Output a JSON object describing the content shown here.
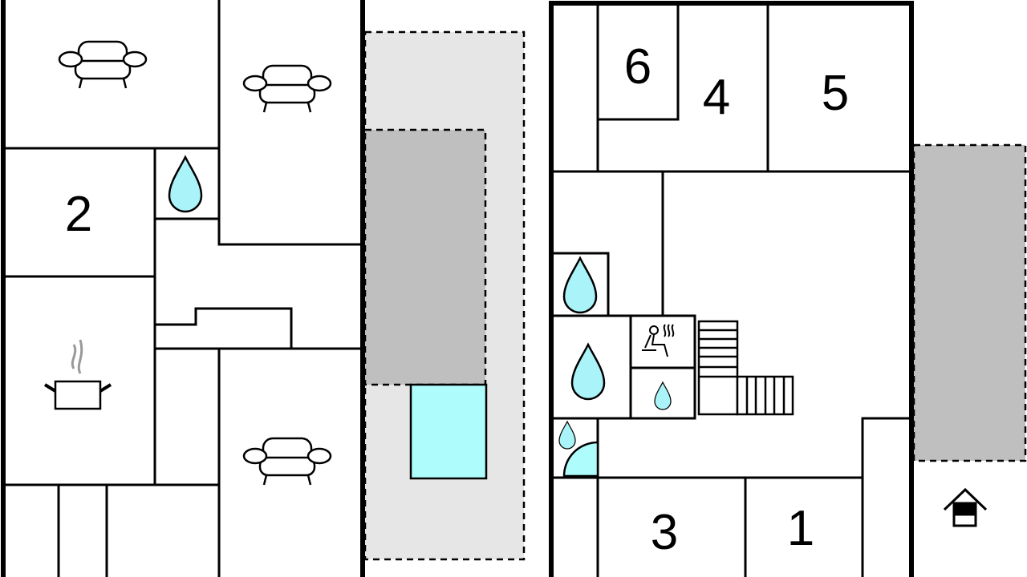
{
  "rooms": {
    "r6": "6",
    "r4": "4",
    "r5": "5",
    "r2": "2",
    "r3": "3",
    "r1": "1"
  },
  "colors": {
    "water": "#aaf3f8",
    "pool": "#aefcfc",
    "terrace": "#e6e6e6",
    "deck": "#bfbfbf",
    "wall": "#000000",
    "steam": "#999999"
  },
  "icons": [
    "sofa-icon",
    "water-drop-icon",
    "cooking-pot-icon",
    "sauna-icon",
    "stairs-icon",
    "shower-icon",
    "house-icon"
  ]
}
